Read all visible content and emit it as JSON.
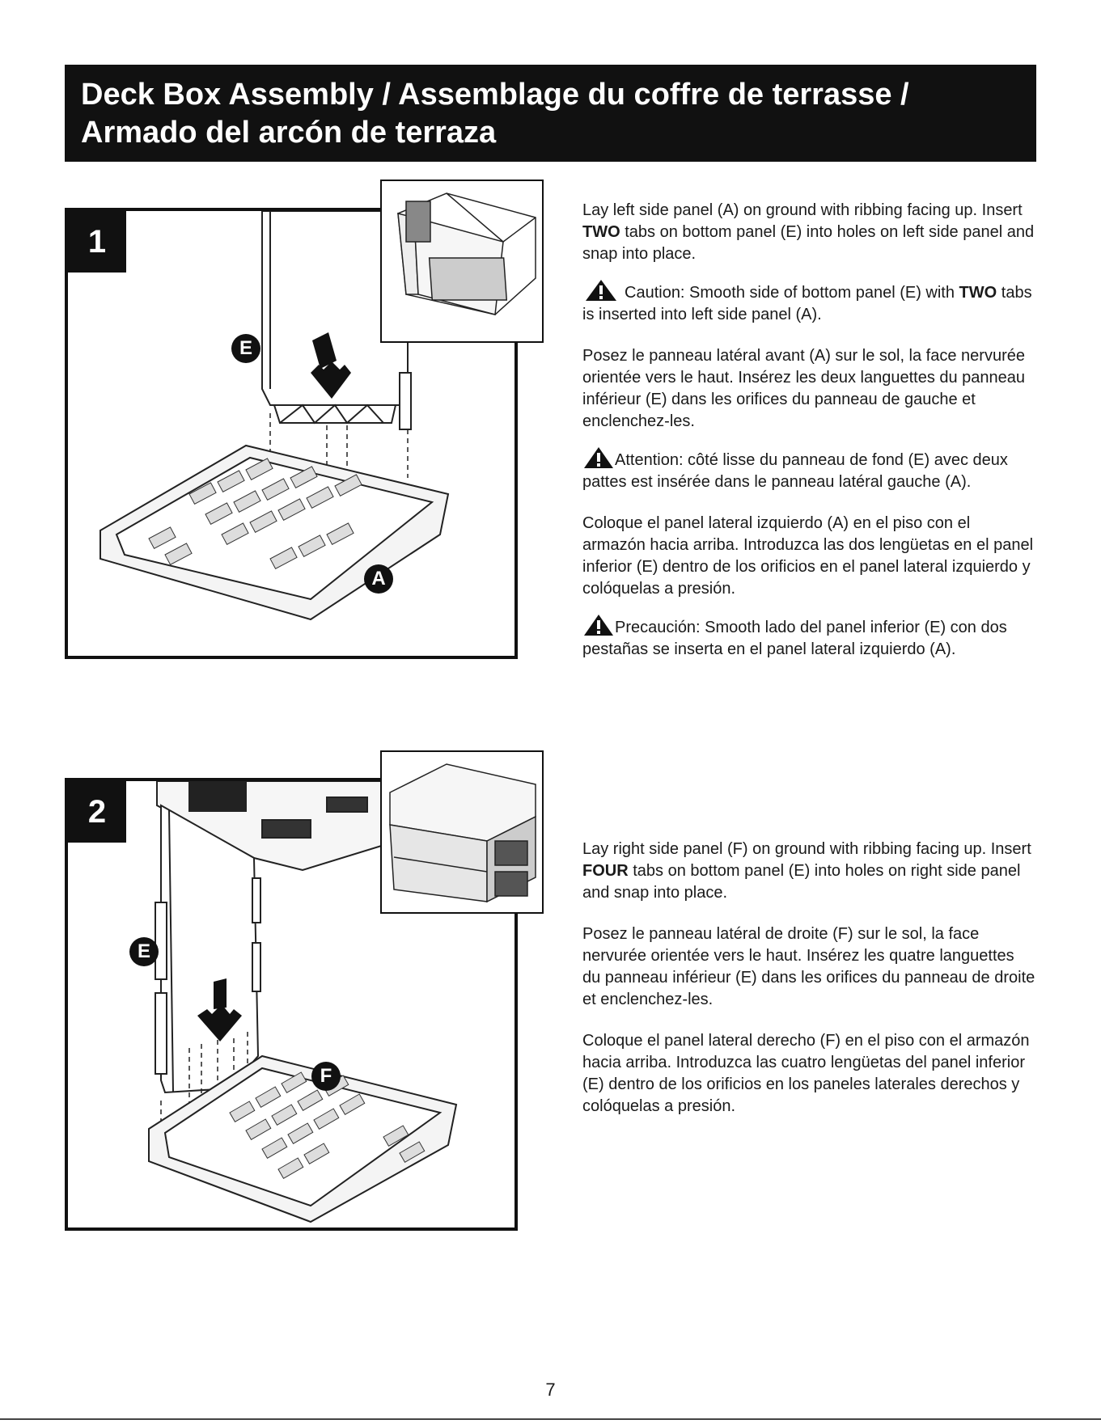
{
  "header": {
    "title_line1": "Deck Box Assembly / Assemblage du coffre de terrasse /",
    "title_line2": "Armado del arcón de terraza"
  },
  "step1": {
    "number": "1",
    "callouts": [
      "E",
      "A"
    ],
    "en_text_a": "Lay left side panel (A) on ground with ribbing facing up. Insert ",
    "en_bold": "TWO",
    "en_text_b": " tabs on bottom panel (E) into holes on left side panel and snap into place.",
    "en_caution_a": "Caution: Smooth side of bottom panel (E) with ",
    "en_caution_bold": "TWO",
    "en_caution_b": " tabs is inserted into left side panel (A).",
    "fr_text": "Posez le panneau latéral avant (A) sur le sol, la face nervurée orientée vers le haut. Insérez les deux languettes du panneau inférieur (E) dans les orifices du panneau de gauche et enclenchez-les.",
    "fr_caution": "Attention: côté lisse du panneau de fond (E) avec deux pattes est insérée dans le panneau latéral gauche (A).",
    "es_text": "Coloque el panel lateral izquierdo (A) en el piso con el armazón hacia arriba. Introduzca las dos lengüetas en el panel inferior (E) dentro de los orificios en el panel lateral izquierdo y colóquelas a presión.",
    "es_caution": "Precaución: Smooth lado del panel inferior (E) con dos pestañas se inserta en el panel lateral izquierdo (A)."
  },
  "step2": {
    "number": "2",
    "callouts": [
      "E",
      "F"
    ],
    "en_text_a": "Lay right side panel (F) on ground with ribbing facing up. Insert ",
    "en_bold": "FOUR",
    "en_text_b": " tabs on bottom panel (E) into holes on right side panel and snap into place.",
    "fr_text": "Posez le panneau latéral de droite (F) sur le sol, la face nervurée orientée vers le haut. Insérez les quatre languettes du panneau inférieur (E) dans les orifices du panneau de droite et enclenchez-les.",
    "es_text": "Coloque el panel lateral derecho (F) en el piso con el armazón hacia arriba. Introduzca las cuatro lengüetas del panel inferior (E) dentro de los orificios en los paneles laterales derechos y colóquelas a presión."
  },
  "footer": {
    "page_number": "7"
  },
  "icons": {
    "warning": "warning-triangle-icon",
    "arrow": "down-arrow-icon"
  },
  "colors": {
    "banner_bg": "#111111",
    "banner_text": "#ffffff",
    "ink": "#111111"
  }
}
